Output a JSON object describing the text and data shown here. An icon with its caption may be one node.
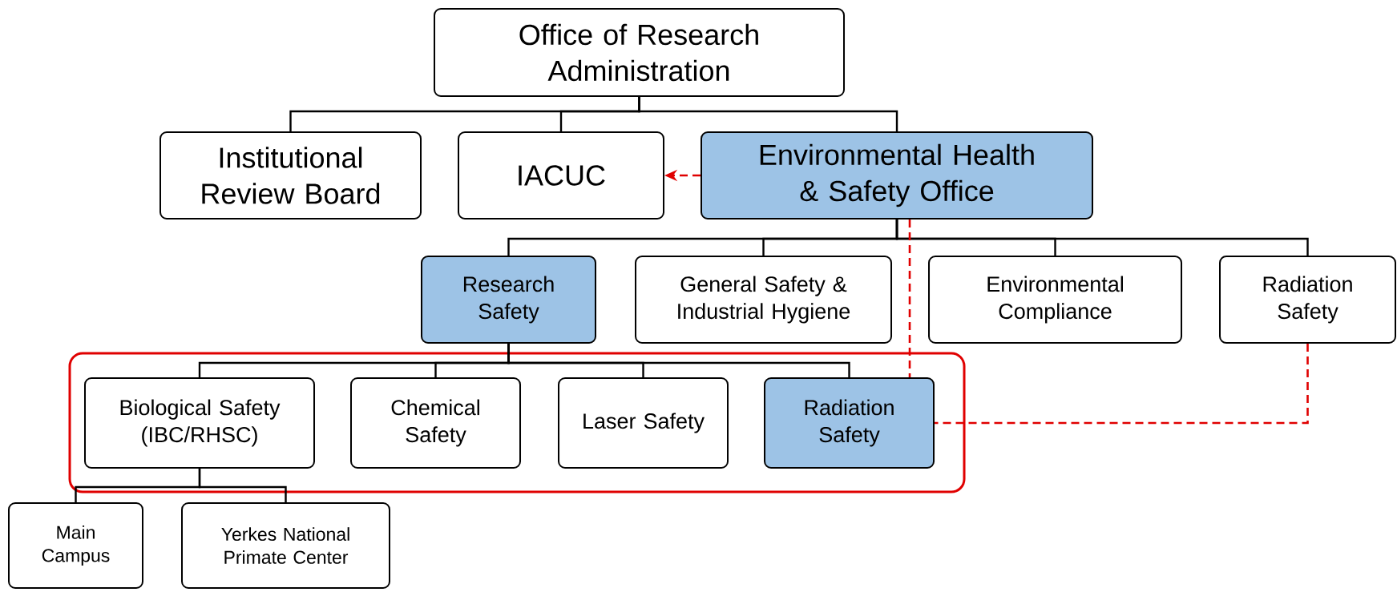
{
  "diagram": {
    "nodes": [
      {
        "text": [
          "Office of Research Administration"
        ]
      },
      {
        "text": [
          "Institutional Review Board"
        ]
      },
      {
        "text": [
          "IACUC"
        ]
      },
      {
        "text": [
          "Environmental Health & Safety Office"
        ]
      },
      {
        "text": [
          "Research Safety"
        ]
      },
      {
        "text": [
          "General Safety & Industrial Hygiene"
        ]
      },
      {
        "text": [
          "Environmental Compliance"
        ]
      },
      {
        "text": [
          "Radiation Safety"
        ]
      },
      {
        "text": [],
        "shape": "box"
      },
      {
        "text": [
          "Biological Safety (IBC/RHSC)"
        ],
        "in": 8
      },
      {
        "text": [
          "Chemical Safety"
        ],
        "in": 8
      },
      {
        "text": [
          "Laser Safety"
        ],
        "in": 8
      },
      {
        "text": [
          "Radiation Safety"
        ],
        "in": 8
      },
      {
        "text": [
          "Main Campus"
        ]
      },
      {
        "text": [
          "Yerkes National Primate Center"
        ]
      }
    ],
    "edges": [
      {
        "from": 0,
        "to": 1,
        "arrow": "none"
      },
      {
        "from": 0,
        "to": 2,
        "arrow": "none"
      },
      {
        "from": 0,
        "to": 3,
        "arrow": "none"
      },
      {
        "from": 3,
        "to": 2,
        "arrow": "to",
        "style": "dashed",
        "color": "#e00000"
      },
      {
        "from": 3,
        "to": 4,
        "arrow": "none"
      },
      {
        "from": 3,
        "to": 5,
        "arrow": "none"
      },
      {
        "from": 3,
        "to": 6,
        "arrow": "none"
      },
      {
        "from": 3,
        "to": 7,
        "arrow": "none"
      },
      {
        "from": 3,
        "to": 12,
        "arrow": "none",
        "style": "dashed",
        "color": "#e00000"
      },
      {
        "from": 4,
        "to": 9,
        "arrow": "none"
      },
      {
        "from": 4,
        "to": 10,
        "arrow": "none"
      },
      {
        "from": 4,
        "to": 11,
        "arrow": "none"
      },
      {
        "from": 4,
        "to": 12,
        "arrow": "none"
      },
      {
        "from": 9,
        "to": 13,
        "arrow": "none"
      },
      {
        "from": 9,
        "to": 14,
        "arrow": "none"
      },
      {
        "from": 7,
        "to": 12,
        "arrow": "none",
        "style": "dashed",
        "color": "#e00000"
      }
    ]
  }
}
